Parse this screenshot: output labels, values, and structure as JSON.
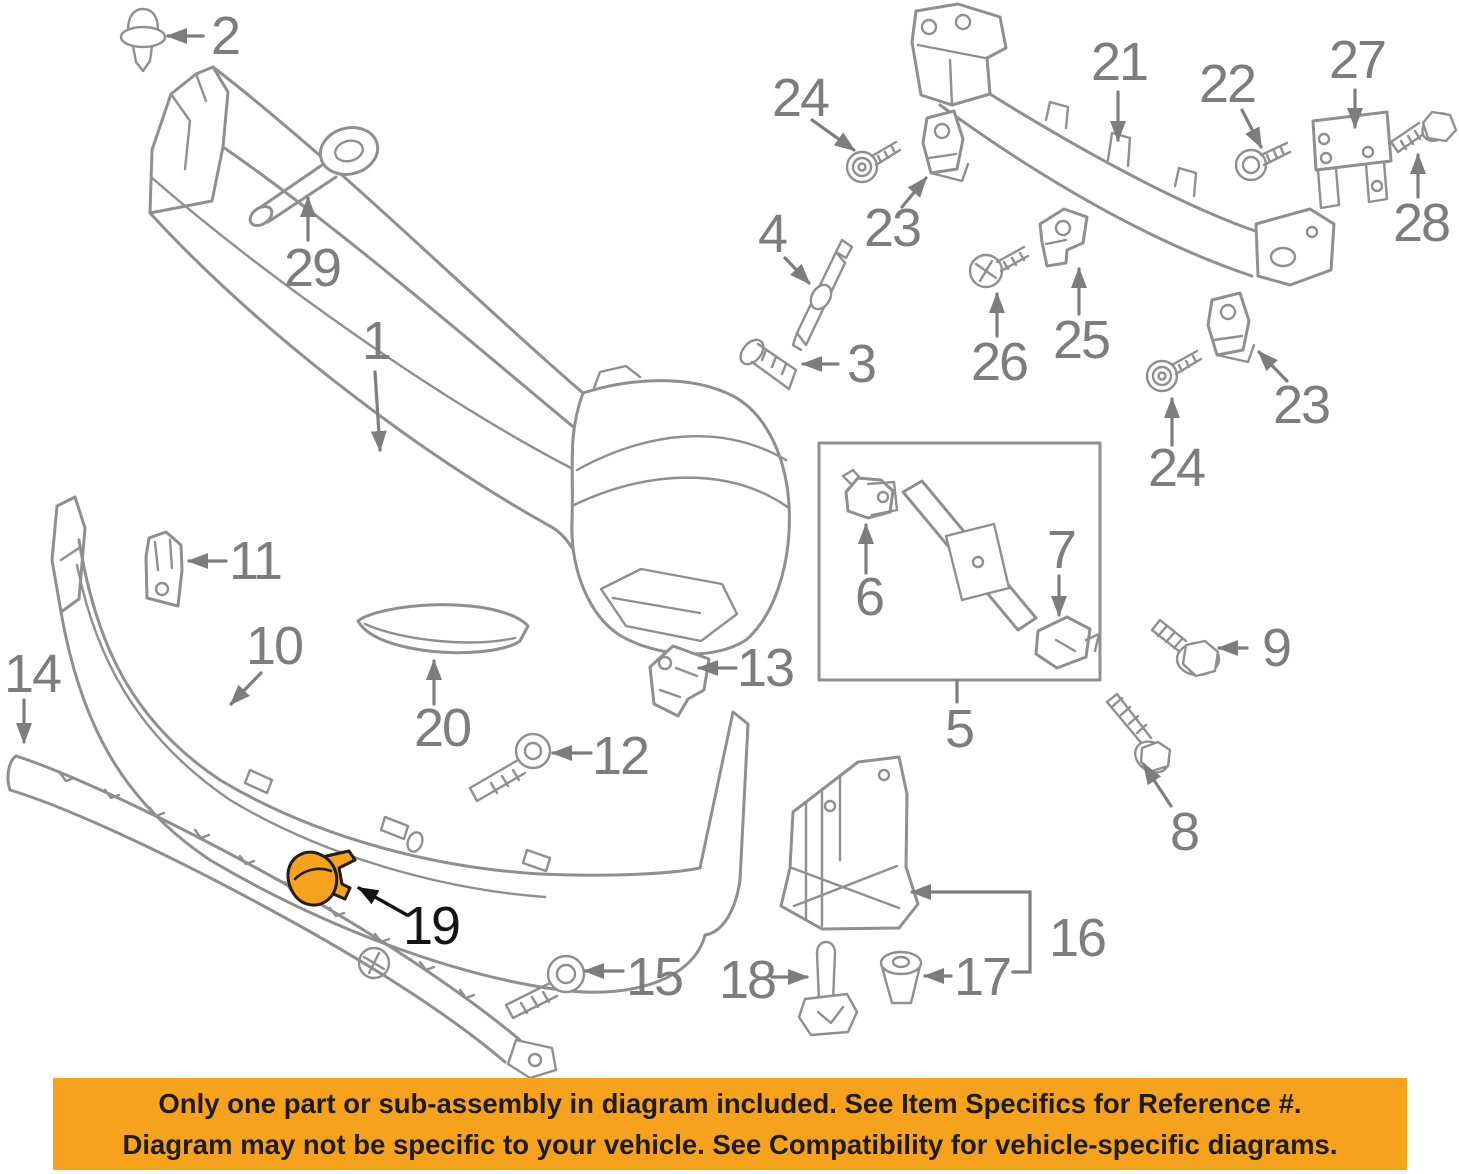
{
  "banner": {
    "line1": "Only one part or sub-assembly in diagram included. See Item Specifics for Reference #.",
    "line2": "Diagram may not be specific to your vehicle. See Compatibility for vehicle-specific diagrams."
  },
  "colors": {
    "diagram_line": "#8f8f8f",
    "callout_text": "#7d7d7d",
    "highlight_part": "#f6a21d",
    "highlight_outline": "#1e1e1e",
    "highlight_callout": "#141414",
    "banner_background": "#f6a21d",
    "banner_text": "#1d1d1d"
  },
  "callouts": {
    "c1": "1",
    "c2": "2",
    "c3": "3",
    "c4": "4",
    "c5": "5",
    "c6": "6",
    "c7": "7",
    "c8": "8",
    "c9": "9",
    "c10": "10",
    "c11": "11",
    "c12": "12",
    "c13": "13",
    "c14": "14",
    "c15": "15",
    "c16": "16",
    "c17": "17",
    "c18": "18",
    "c19": "19",
    "c20": "20",
    "c21": "21",
    "c22": "22",
    "c23_top_left": "23",
    "c23_right": "23",
    "c24_top": "24",
    "c24_right": "24",
    "c25": "25",
    "c26": "26",
    "c27": "27",
    "c28": "28",
    "c29": "29"
  }
}
